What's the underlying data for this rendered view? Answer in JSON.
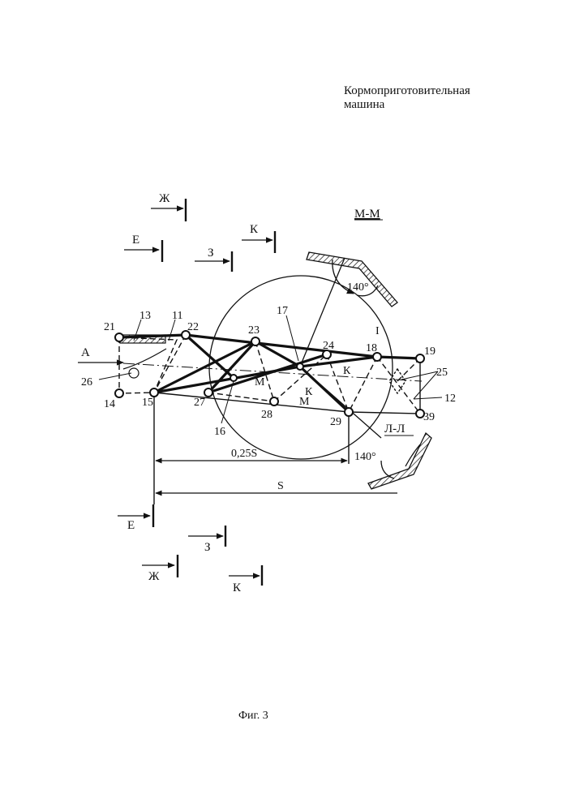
{
  "title": {
    "line1": "Кормоприготовительная",
    "line2": "машина"
  },
  "caption": "Фиг. 3",
  "section_marks": {
    "zh": "Ж",
    "e": "Е",
    "z": "З",
    "k": "К",
    "mm": "М-М",
    "ll": "Л-Л",
    "m": "М",
    "a": "А"
  },
  "angles": {
    "top": "140°",
    "bottom": "140°"
  },
  "dimensions": {
    "short": "0,25S",
    "long": "S"
  },
  "circle_label": "I",
  "labels": [
    "21",
    "13",
    "11",
    "22",
    "23",
    "17",
    "24",
    "18",
    "19",
    "25",
    "26",
    "14",
    "15",
    "27",
    "16",
    "28",
    "29",
    "39",
    "12"
  ]
}
